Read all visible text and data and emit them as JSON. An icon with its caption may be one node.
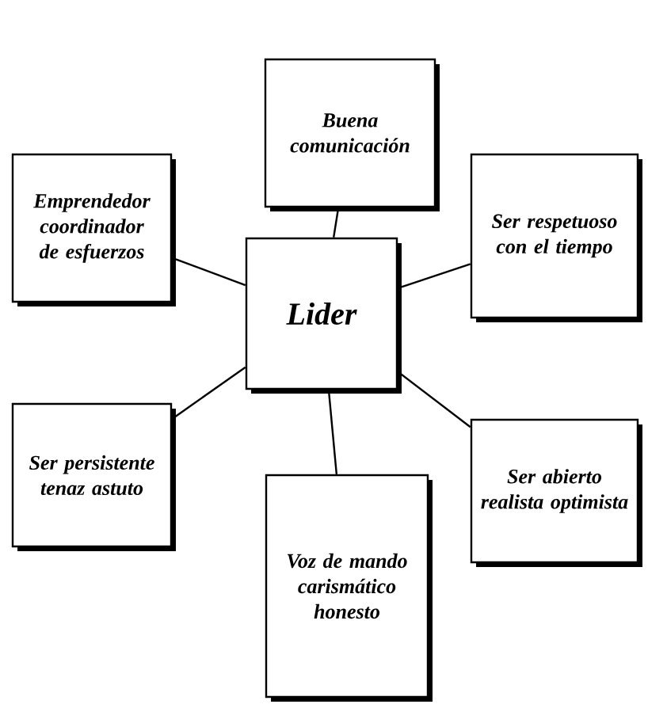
{
  "diagram": {
    "nodes": [
      {
        "text": [
          "Lider"
        ]
      },
      {
        "text": [
          "Buena comunicación"
        ]
      },
      {
        "text": [
          "Emprendedor coordinador de esfuerzos"
        ]
      },
      {
        "text": [
          "Ser respetuoso con el tiempo"
        ]
      },
      {
        "text": [
          "Ser persistente tenaz astuto"
        ]
      },
      {
        "text": [
          "Ser abierto realista optimista"
        ]
      },
      {
        "text": [
          "Voz de mando carismático honesto"
        ]
      }
    ],
    "edges": [
      {
        "from": 0,
        "to": 1,
        "arrow": "none"
      },
      {
        "from": 0,
        "to": 2,
        "arrow": "none"
      },
      {
        "from": 0,
        "to": 3,
        "arrow": "none"
      },
      {
        "from": 0,
        "to": 4,
        "arrow": "none"
      },
      {
        "from": 0,
        "to": 5,
        "arrow": "none"
      },
      {
        "from": 0,
        "to": 6,
        "arrow": "none"
      }
    ]
  }
}
